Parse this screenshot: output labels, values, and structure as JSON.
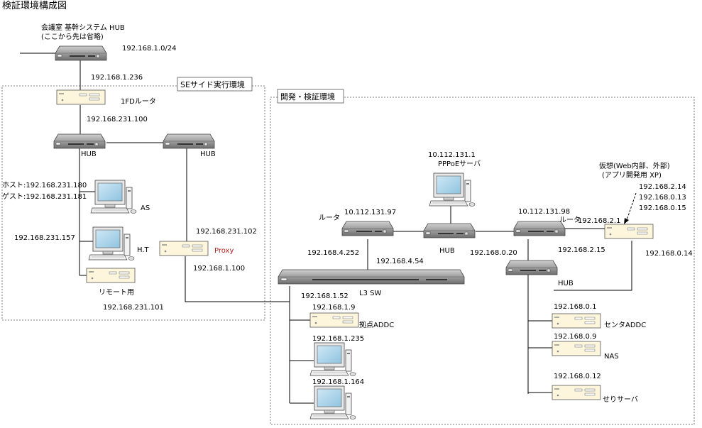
{
  "title": "検証環境構成図",
  "zones": {
    "se": "SEサイド実行環境",
    "dev": "開発・検証環境"
  },
  "top_hub": {
    "label1": "会議室  基幹システム HUB",
    "label2": "(ここから先は省略)",
    "net": "192.168.1.0/24",
    "ip_down": "192.168.1.236"
  },
  "fd_router": {
    "label": "1FDルータ",
    "ip": "192.168.231.100"
  },
  "se": {
    "hub1": "HUB",
    "hub2": "HUB",
    "as_host": "ホスト:192.168.231.180",
    "as_guest": "ゲスト:192.168.231.181",
    "as_label": "AS",
    "ht_ip": "192.168.231.157",
    "ht_label": "H.T",
    "remote_label": "リモート用",
    "remote_ip": "192.168.231.101",
    "proxy_ip1": "192.168.231.102",
    "proxy_label": "Proxy",
    "proxy_ip2": "192.168.1.100"
  },
  "dev": {
    "router1_label": "ルータ",
    "router1_ip_top": "10.112.131.97",
    "router1_ip_bottom": "192.168.4.252",
    "l3_ip_top": "192.168.4.54",
    "l3_label": "L3 SW",
    "l3_ip_left": "192.168.1.52",
    "pppoe_ip": "10.112.131.1",
    "pppoe_label": "PPPoEサーバ",
    "hub_mid": "HUB",
    "router2_ip_top": "10.112.131.98",
    "router2_label": "ルータ",
    "router2_ip_right": "192.168.2.1",
    "router2_ip_left": "192.168.0.20",
    "router2_ip_below": "192.168.2.15",
    "hub_right": "HUB",
    "virt_label1": "仮想(Web内部、外部)",
    "virt_label2": "(アプリ開発用 XP)",
    "virt_ip1": "192.168.2.14",
    "virt_ip2": "192.168.0.13",
    "virt_ip3": "192.168.0.15",
    "virt_ip4": "192.168.0.14",
    "addc_ip": "192.168.1.9",
    "addc_label": "拠点ADDC",
    "pc1_ip": "192.168.1.235",
    "pc2_ip": "192.168.1.164",
    "center_ip": "192.168.0.1",
    "center_label": "センタADDC",
    "nas_ip": "192.168.0.9",
    "nas_label": "NAS",
    "seri_ip": "192.168.0.12",
    "seri_label": "せりサーバ"
  },
  "colors": {
    "server_fill": "#fdf6dc",
    "hub_fill": "#8a8a8a",
    "proxy_text": "#b22222"
  }
}
